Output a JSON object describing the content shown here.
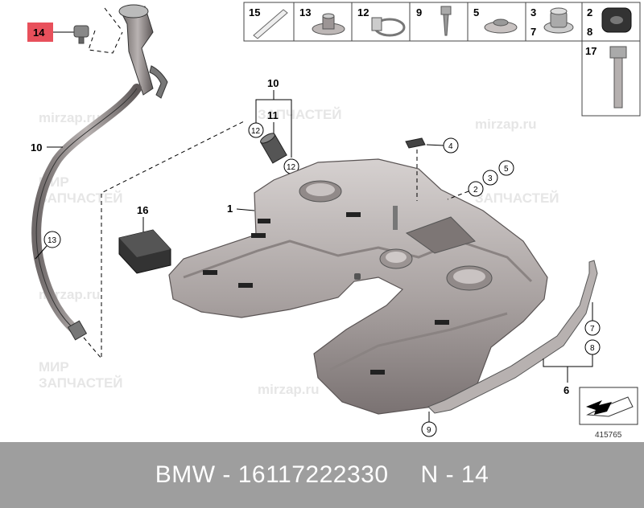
{
  "diagram": {
    "highlight_color": "#e8505b",
    "highlighted_part": "14",
    "drawing_number": "415765",
    "parts_table": {
      "row1": [
        "15",
        "13",
        "12",
        "9",
        "5",
        "3",
        "2"
      ],
      "row1_extra": [
        "7",
        "8"
      ],
      "row2": [
        "17"
      ]
    },
    "callouts": {
      "c1": "1",
      "c10a": "10",
      "c10b": "10",
      "c11": "11",
      "c16": "16",
      "c6": "6",
      "c14": "14"
    },
    "circles": {
      "k13": "13",
      "k12a": "12",
      "k12b": "12",
      "k4": "4",
      "k2": "2",
      "k3": "3",
      "k5": "5",
      "k7": "7",
      "k8": "8",
      "k9": "9"
    },
    "watermarks": [
      "МИР",
      "ЗАПЧАСТЕЙ",
      "mirzap.ru"
    ]
  },
  "footer": {
    "brand": "BMW",
    "separator": "-",
    "part_number": "16117222330",
    "n_label": "N",
    "n_value": "14"
  }
}
